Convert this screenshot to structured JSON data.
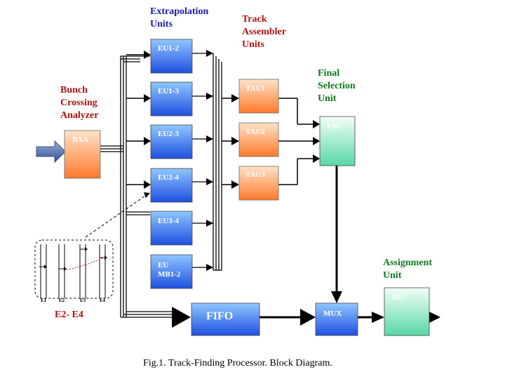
{
  "titles": {
    "extrapolation": [
      "Extrapolation",
      "Units"
    ],
    "track_assembler": [
      "Track",
      "Assembler",
      "Units"
    ],
    "final_selection": [
      "Final",
      "Selection",
      "Unit"
    ],
    "bunch_crossing": [
      "Bunch",
      "Crossing",
      "Analyzer"
    ],
    "assignment": [
      "Assignment",
      "Unit"
    ]
  },
  "blocks": {
    "bxa": "BXA",
    "eu": [
      "EU1-2",
      "EU1-3",
      "EU2-3",
      "EU2-4",
      "EU3-4"
    ],
    "eu_mb": [
      "EU",
      "MB1-2"
    ],
    "tau": [
      "TAU1",
      "TAU2",
      "TAU3"
    ],
    "fsu": "FSU",
    "fifo": "FIFO",
    "mux": "MUX",
    "au": "AU"
  },
  "inset": {
    "stations": [
      "E1",
      "E2",
      "E3",
      "E4"
    ],
    "label": "E2- E4"
  },
  "caption": "Fig.1. Track-Finding Processor. Block Diagram.",
  "colors": {
    "blue_top": "#8fc6ff",
    "blue_bottom": "#1f4fe0",
    "orange_top": "#ffe2c8",
    "orange_bottom": "#ff7a2c",
    "green_top": "#f2fff8",
    "green_bottom": "#58d8a6",
    "title_blue": "#1a1aa8",
    "title_red": "#b01010",
    "title_green": "#0f7a1c"
  }
}
